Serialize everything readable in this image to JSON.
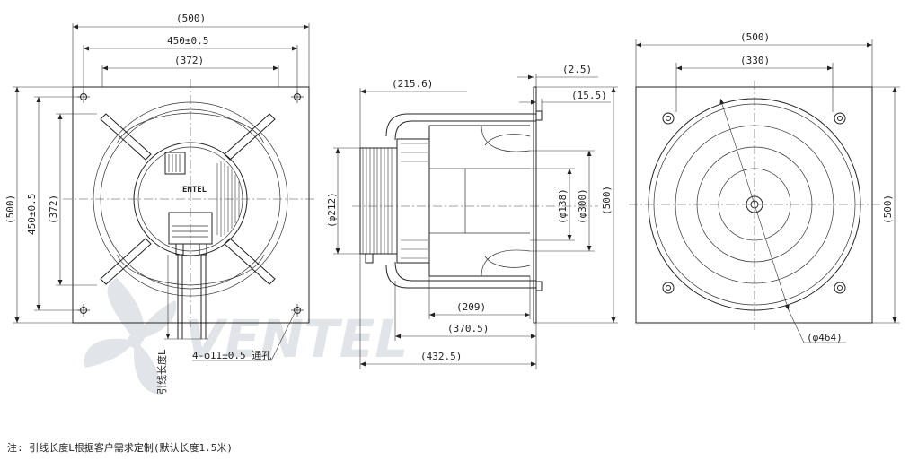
{
  "watermark": {
    "text": "VENTEL"
  },
  "motor_logo": {
    "text": "ENTEL"
  },
  "front_view": {
    "dims": {
      "top_outer": "(500)",
      "top_holes": "450±0.5",
      "top_inner": "(372)",
      "left_outer": "(500)",
      "left_holes": "450±0.5",
      "left_inner": "(372)"
    },
    "lead_label": "引线长度L",
    "hole_label": "4-φ11±0.5 通孔"
  },
  "side_view": {
    "dims": {
      "overall_depth_top": "(215.6)",
      "flange_thk": "(2.5)",
      "flange_offset": "(15.5)",
      "motor_dia": "(φ212)",
      "inner_dia": "(φ138)",
      "outer_dia": "(φ300)",
      "height": "(500)",
      "d209": "(209)",
      "d370": "(370.5)",
      "d432": "(432.5)"
    }
  },
  "rear_view": {
    "dims": {
      "top_outer": "(500)",
      "top_inner": "(330)",
      "right_outer": "(500)",
      "impeller_dia": "(φ464)"
    }
  },
  "footnote": "注: 引线长度L根据客户需求定制(默认长度1.5米)"
}
